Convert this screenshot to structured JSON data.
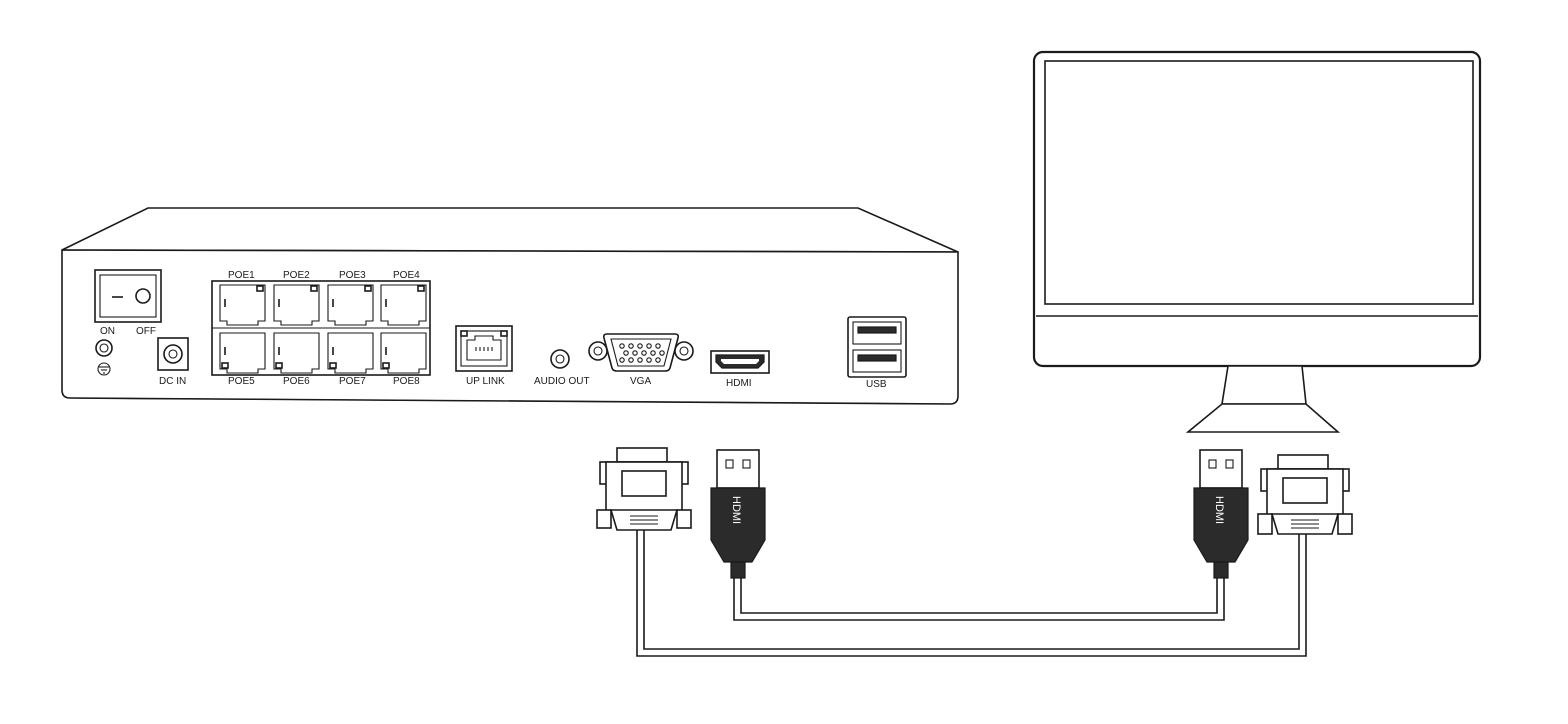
{
  "nvr": {
    "switch_on_label": "ON",
    "switch_off_label": "OFF",
    "dc_in_label": "DC IN",
    "poe_top": [
      "POE1",
      "POE2",
      "POE3",
      "POE4"
    ],
    "poe_bottom": [
      "POE5",
      "POE6",
      "POE7",
      "POE8"
    ],
    "uplink_label": "UP LINK",
    "audio_out_label": "AUDIO OUT",
    "vga_label": "VGA",
    "hdmi_label": "HDMI",
    "usb_label": "USB"
  },
  "cables": {
    "hdmi_plug_left_label": "HDMI",
    "hdmi_plug_right_label": "HDMI"
  }
}
